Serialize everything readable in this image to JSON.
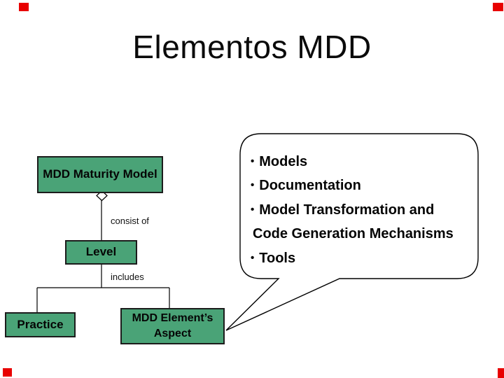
{
  "slide": {
    "title": "Elementos MDD"
  },
  "diagram": {
    "boxes": {
      "maturity_model": "MDD Maturity Model",
      "level": "Level",
      "practice": "Practice",
      "element_aspect": "MDD Element’s Aspect"
    },
    "relations": {
      "consist_of": "consist of",
      "includes": "includes"
    }
  },
  "callout": {
    "bullet_char": "•",
    "items": [
      {
        "text": "Models"
      },
      {
        "text": "Documentation"
      },
      {
        "text": "Model Transformation and"
      },
      {
        "text": "Code Generation Mechanisms"
      },
      {
        "text": "Tools"
      }
    ]
  },
  "colors": {
    "box_fill": "#4AA377",
    "box_border": "#1C1C1C",
    "line": "#000000",
    "corner_mark": "#E80000"
  }
}
